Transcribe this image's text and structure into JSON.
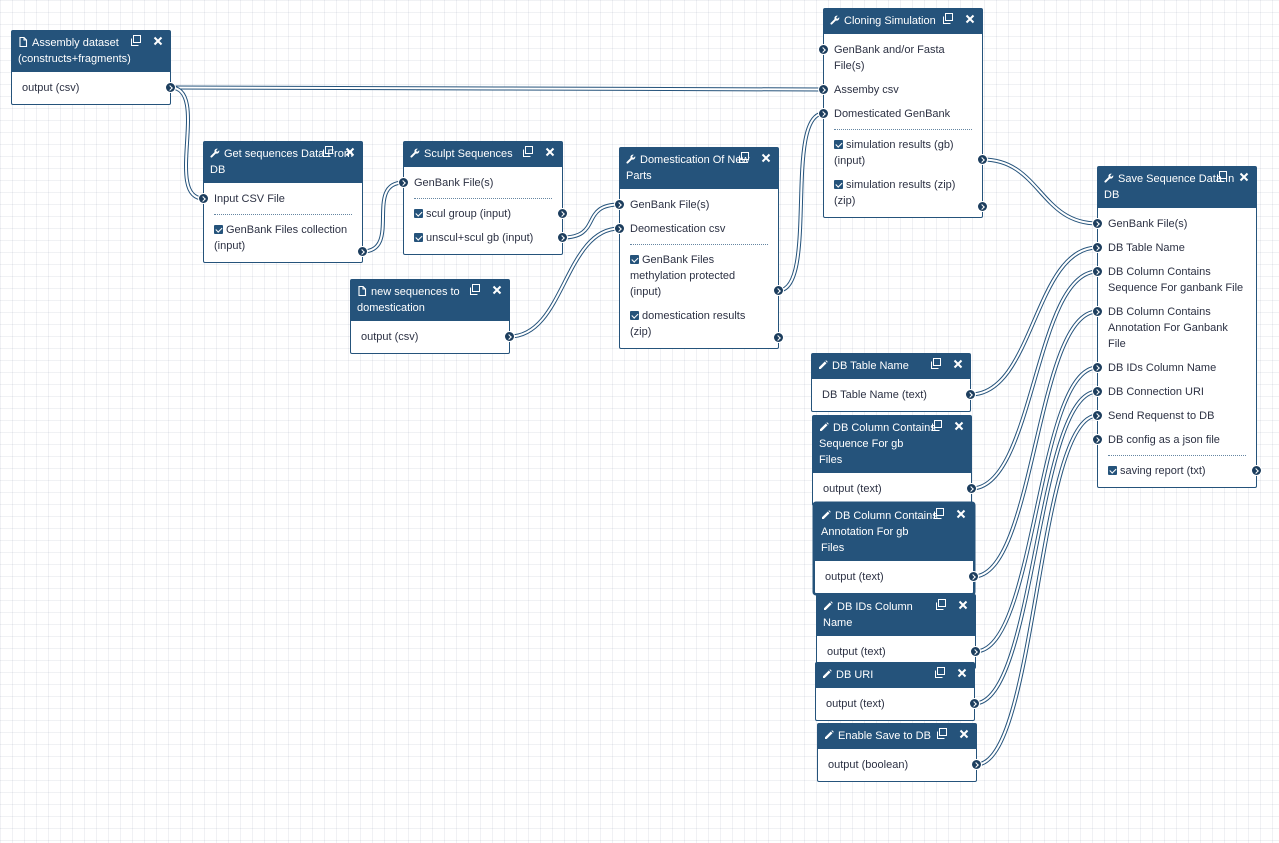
{
  "canvas": {
    "background": "#ffffff",
    "node_header_color": "#25537b"
  },
  "nodes": {
    "assembly": {
      "title": "Assembly dataset (constructs+fragments)",
      "icon": "file-icon",
      "outputs": [
        "output (csv)"
      ]
    },
    "getseq": {
      "title": "Get sequences Data From DB",
      "icon": "wrench-icon",
      "inputs": [
        "Input CSV File"
      ],
      "outputs": [
        "GenBank Files collection (input)"
      ]
    },
    "sculpt": {
      "title": "Sculpt Sequences",
      "icon": "wrench-icon",
      "inputs": [
        "GenBank File(s)"
      ],
      "outputs": [
        "scul group (input)",
        "unscul+scul gb (input)"
      ]
    },
    "newseq": {
      "title": "new sequences to domestication",
      "icon": "file-icon",
      "outputs": [
        "output (csv)"
      ]
    },
    "domestication": {
      "title": "Domestication Of New Parts",
      "icon": "wrench-icon",
      "inputs": [
        "GenBank File(s)",
        "Deomestication csv"
      ],
      "outputs": [
        "GenBank Files methylation protected (input)",
        "domestication results (zip)"
      ]
    },
    "cloning": {
      "title": "Cloning Simulation",
      "icon": "wrench-icon",
      "inputs": [
        "GenBank and/or Fasta File(s)",
        "Assemby csv",
        "Domesticated GenBank"
      ],
      "outputs": [
        "simulation results (gb) (input)",
        "simulation results (zip) (zip)"
      ]
    },
    "save": {
      "title": "Save Sequence Data In DB",
      "icon": "wrench-icon",
      "inputs": [
        "GenBank File(s)",
        "DB Table Name",
        "DB Column Contains Sequence For ganbank File",
        "DB Column Contains Annotation For Ganbank File",
        "DB IDs Column Name",
        "DB Connection URI",
        "Send Requenst to DB",
        "DB config as a json file"
      ],
      "outputs": [
        "saving report (txt)"
      ]
    },
    "tablename": {
      "title": "DB Table Name",
      "icon": "pencil-icon",
      "outputs": [
        "DB Table Name (text)"
      ]
    },
    "colseq": {
      "title": "DB Column Contains Sequence For gb Files",
      "icon": "pencil-icon",
      "outputs": [
        "output (text)"
      ]
    },
    "colann": {
      "title": "DB Column Contains Annotation For gb Files",
      "icon": "pencil-icon",
      "outputs": [
        "output (text)"
      ]
    },
    "idscol": {
      "title": "DB IDs Column Name",
      "icon": "pencil-icon",
      "outputs": [
        "output (text)"
      ]
    },
    "dburi": {
      "title": "DB URI",
      "icon": "pencil-icon",
      "outputs": [
        "output (text)"
      ]
    },
    "enable": {
      "title": "Enable Save to DB",
      "icon": "pencil-icon",
      "outputs": [
        "output (boolean)"
      ]
    }
  },
  "connections": [
    [
      "assembly.out.0",
      "cloning.in.1"
    ],
    [
      "assembly.out.0",
      "getseq.in.0"
    ],
    [
      "getseq.out.0",
      "sculpt.in.0"
    ],
    [
      "sculpt.out.1",
      "domestication.in.0"
    ],
    [
      "newseq.out.0",
      "domestication.in.1"
    ],
    [
      "domestication.out.0",
      "cloning.in.2"
    ],
    [
      "cloning.out.0",
      "save.in.0"
    ],
    [
      "tablename.out.0",
      "save.in.1"
    ],
    [
      "colseq.out.0",
      "save.in.2"
    ],
    [
      "colann.out.0",
      "save.in.3"
    ],
    [
      "idscol.out.0",
      "save.in.4"
    ],
    [
      "dburi.out.0",
      "save.in.5"
    ],
    [
      "enable.out.0",
      "save.in.6"
    ]
  ]
}
